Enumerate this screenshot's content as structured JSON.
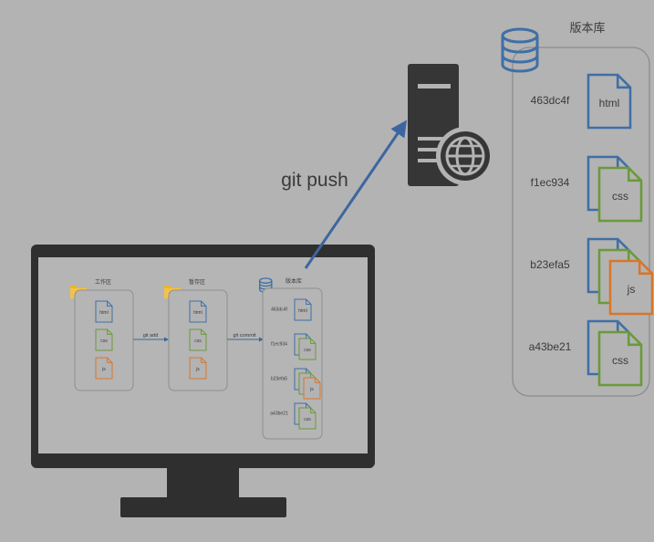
{
  "push_label": "git push",
  "remote": {
    "title": "版本库",
    "commits": [
      {
        "hash": "463dc4f",
        "files": [
          {
            "name": "html",
            "kind": "html"
          }
        ]
      },
      {
        "hash": "f1ec934",
        "files": [
          {
            "name": "",
            "kind": "html"
          },
          {
            "name": "css",
            "kind": "css"
          }
        ]
      },
      {
        "hash": "b23efa5",
        "files": [
          {
            "name": "",
            "kind": "html"
          },
          {
            "name": "",
            "kind": "css"
          },
          {
            "name": "js",
            "kind": "js"
          }
        ]
      },
      {
        "hash": "a43be21",
        "files": [
          {
            "name": "",
            "kind": "html"
          },
          {
            "name": "css",
            "kind": "css"
          }
        ]
      }
    ]
  },
  "local": {
    "workspace": {
      "title": "工作区",
      "files": [
        "html",
        "css",
        "js"
      ]
    },
    "staging": {
      "title": "暂存区",
      "files": [
        "html",
        "css",
        "js"
      ]
    },
    "add_label": "git add",
    "commit_label": "git commit",
    "repo": {
      "title": "版本库",
      "commits": [
        {
          "hash": "463dc4f",
          "files": [
            {
              "name": "html",
              "kind": "html"
            }
          ]
        },
        {
          "hash": "f1ec934",
          "files": [
            {
              "name": "",
              "kind": "html"
            },
            {
              "name": "css",
              "kind": "css"
            }
          ]
        },
        {
          "hash": "b23efa5",
          "files": [
            {
              "name": "",
              "kind": "html"
            },
            {
              "name": "",
              "kind": "css"
            },
            {
              "name": "js",
              "kind": "js"
            }
          ]
        },
        {
          "hash": "a43be21",
          "files": [
            {
              "name": "",
              "kind": "html"
            },
            {
              "name": "css",
              "kind": "css"
            }
          ]
        }
      ]
    }
  },
  "colors": {
    "html": "#3f6fa6",
    "css": "#6a9a3a",
    "js": "#d9762a",
    "arrow": "#3c66a0",
    "icon_dark": "#363636",
    "monitor": "#2f2f2f",
    "panel_border": "#8a8a8a"
  },
  "icons": [
    "database-icon",
    "server-icon",
    "globe-icon",
    "folder-icon",
    "monitor-icon",
    "document-icon"
  ]
}
